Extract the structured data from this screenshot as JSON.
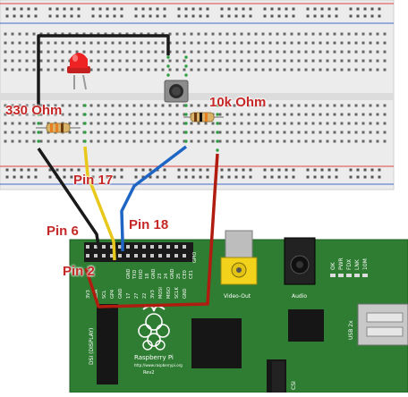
{
  "labels": {
    "resistor_330": "330 Ohm",
    "resistor_10k": "10k Ohm",
    "pin17": "Pin 17",
    "pin18": "Pin 18",
    "pin6": "Pin 6",
    "pin2": "Pin 2"
  },
  "board": {
    "brand": "Raspberry Pi",
    "url": "http://www.raspberrypi.org",
    "rev": "Rev2",
    "video_out": "Video-Out",
    "audio": "Audio",
    "usb": "USB 2x",
    "gpio": "GPIO",
    "dsi": "DSI (DISPLAY)",
    "csi": "CSI",
    "leds": [
      "OK",
      "PWR",
      "FDX",
      "LNK",
      "10M"
    ],
    "header_top": [
      "",
      "",
      "",
      "",
      "",
      "",
      "",
      "",
      "GND",
      "TXD",
      "RXD",
      "18",
      "GND",
      "23",
      "24",
      "GND",
      "25",
      "CE0",
      "CE1"
    ],
    "header_bottom": [
      "3V3",
      "SDA",
      "SCL",
      "GP4",
      "GND",
      "17",
      "27",
      "22",
      "3V3",
      "MOSI",
      "MISO",
      "SCLK",
      "GND"
    ]
  },
  "colors": {
    "wire_black": "#1a1a1a",
    "wire_yellow": "#e8c81a",
    "wire_blue": "#1f66c4",
    "wire_red": "#b01c10",
    "pcb": "#2e7d32",
    "label": "#c62828"
  }
}
